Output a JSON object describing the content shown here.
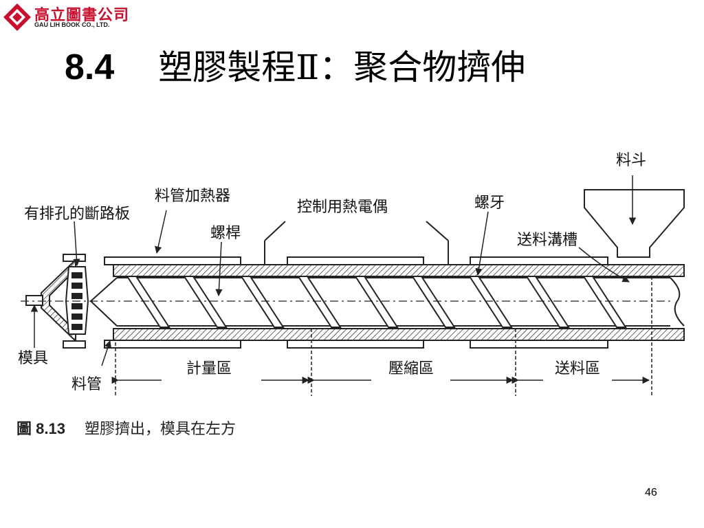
{
  "logo": {
    "name_cn": "高立圖書公司",
    "name_en": "GAU LIH BOOK CO., LTD."
  },
  "title": {
    "number": "8.4",
    "text": "塑膠製程Ⅱ：聚合物擠伸"
  },
  "figure": {
    "labels": {
      "hopper": "料斗",
      "barrel_heater": "料管加熱器",
      "breaker_plate": "有排孔的斷路板",
      "thermocouple": "控制用熱電偶",
      "flight": "螺牙",
      "screw": "螺桿",
      "feed_channel": "送料溝槽",
      "die": "模具",
      "barrel": "料管",
      "metering_zone": "計量區",
      "compression_zone": "壓縮區",
      "feed_zone": "送料區"
    },
    "caption_number": "圖 8.13",
    "caption_text": "塑膠擠出，模具在左方"
  },
  "page_number": "46"
}
